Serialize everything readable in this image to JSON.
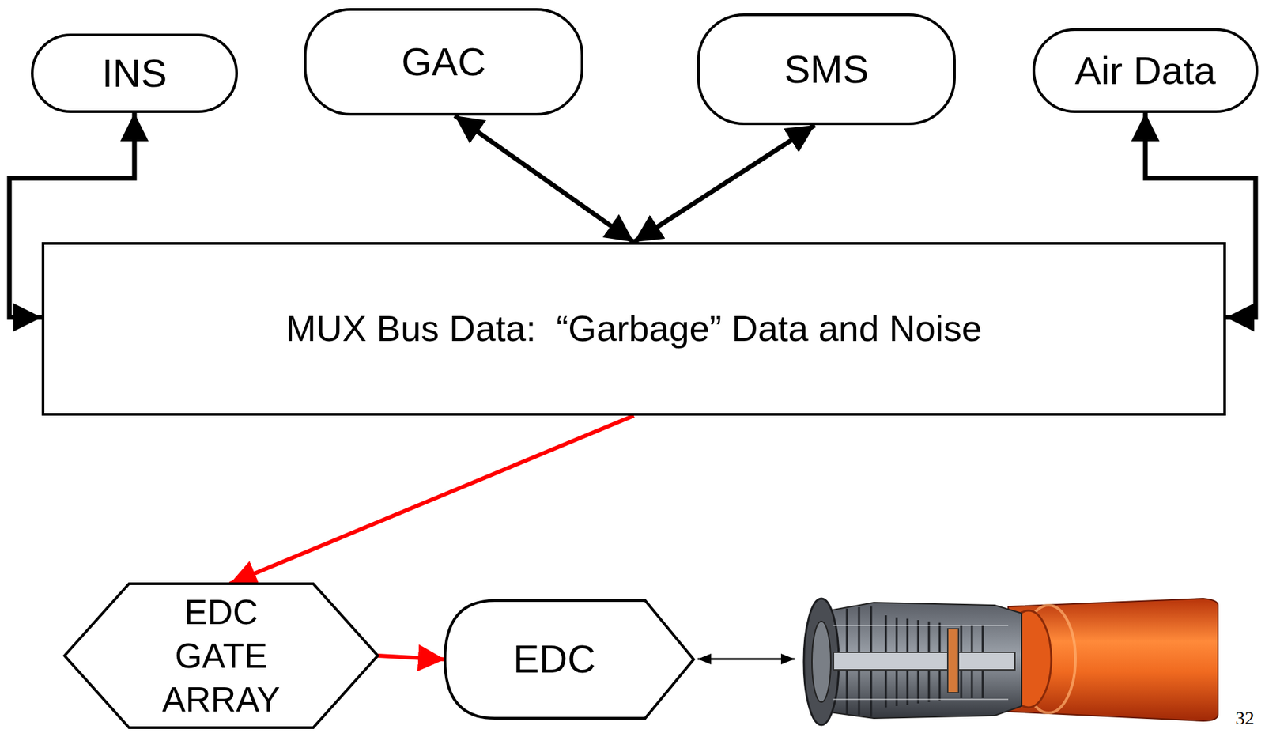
{
  "diagram": {
    "nodes": [
      {
        "text": [
          "INS"
        ]
      },
      {
        "text": [
          "GAC"
        ]
      },
      {
        "text": [
          "SMS"
        ]
      },
      {
        "text": [
          "Air Data"
        ]
      },
      {
        "text": [
          "MUX Bus Data:  “Garbage” Data and Noise"
        ]
      },
      {
        "text": [
          "EDC GATE ARRAY"
        ]
      },
      {
        "text": [
          "EDC"
        ]
      }
    ],
    "edges": [
      {
        "from": 0,
        "to": 4,
        "arrow": "both"
      },
      {
        "from": 1,
        "to": 4,
        "arrow": "both"
      },
      {
        "from": 2,
        "to": 4,
        "arrow": "both"
      },
      {
        "from": 3,
        "to": 4,
        "arrow": "both"
      },
      {
        "from": 4,
        "to": 5,
        "arrow": "to"
      },
      {
        "from": 5,
        "to": 6,
        "arrow": "to"
      }
    ],
    "labels": [
      "32"
    ]
  }
}
